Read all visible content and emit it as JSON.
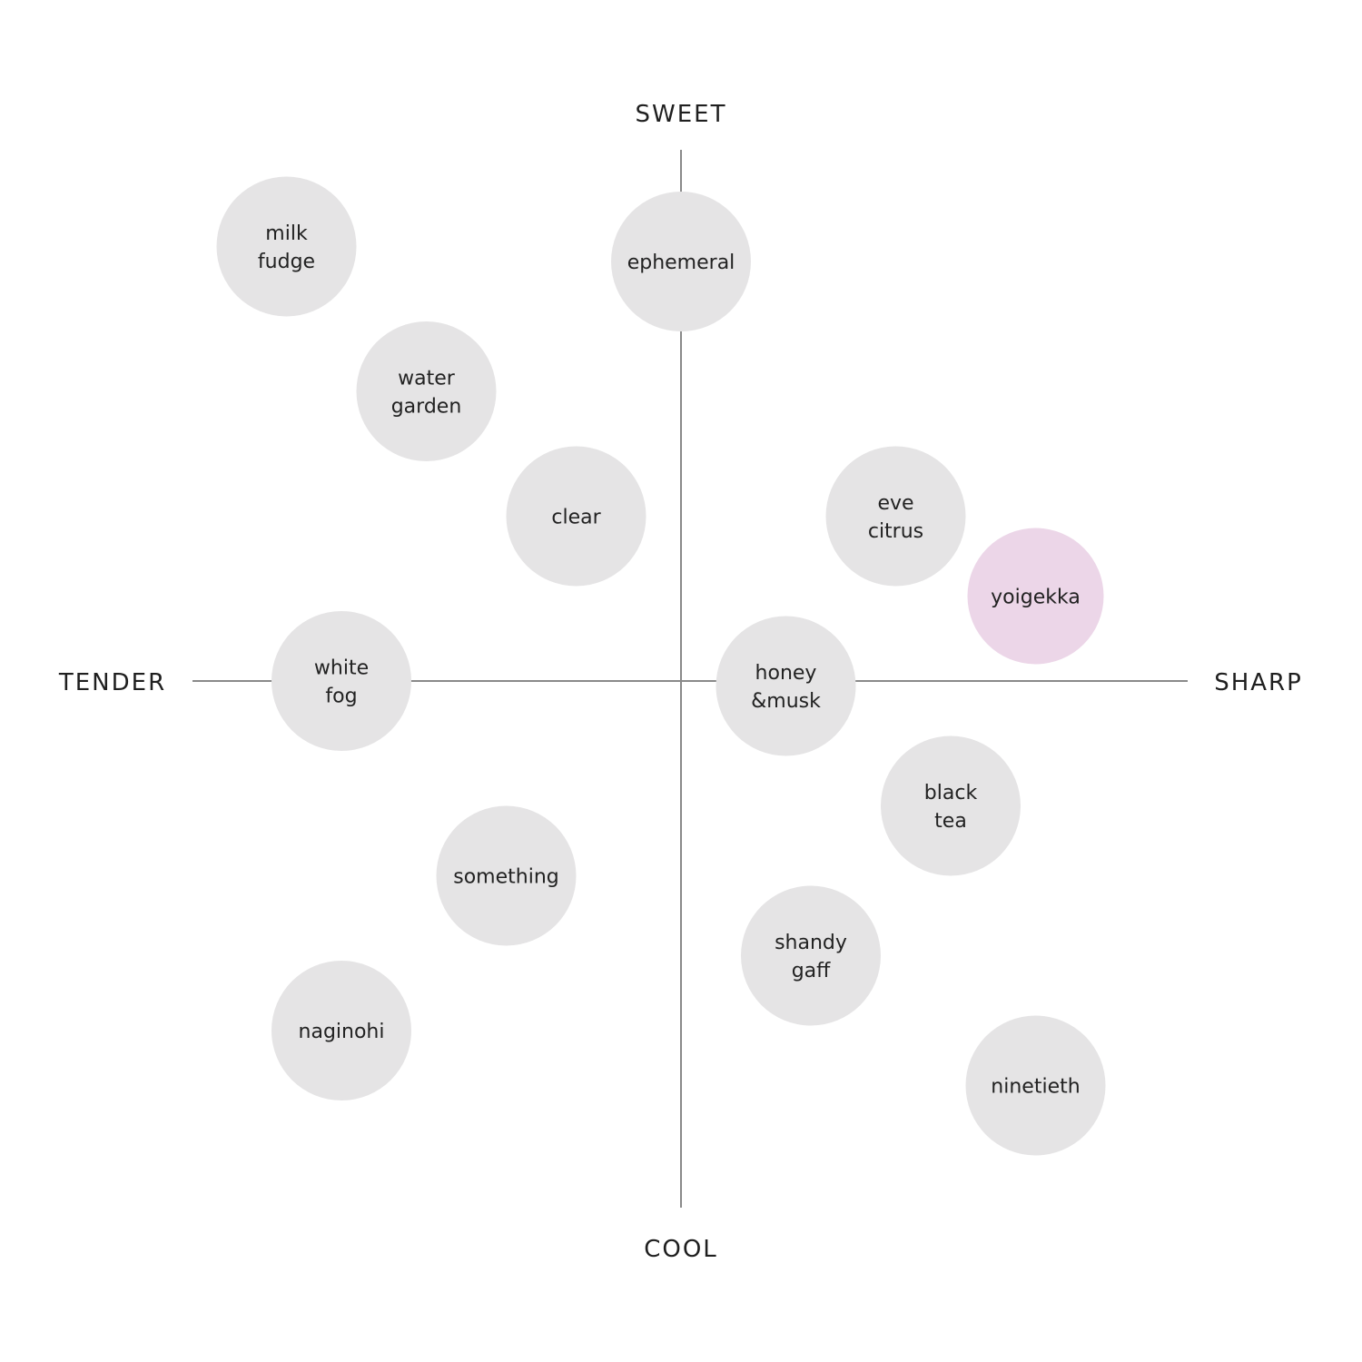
{
  "axes": {
    "top_label": "SWEET",
    "bottom_label": "COOL",
    "left_label": "TENDER",
    "right_label": "SHARP"
  },
  "colors": {
    "axis": "#8a8a8a",
    "bubble": "#e5e4e5",
    "highlight": "#ecd6e8",
    "text": "#222222"
  },
  "chart_data": {
    "type": "scatter",
    "xlabel_left": "TENDER",
    "xlabel_right": "SHARP",
    "ylabel_top": "SWEET",
    "ylabel_bottom": "COOL",
    "xlim": [
      -1,
      1
    ],
    "ylim": [
      -1,
      1
    ],
    "grid": false,
    "points": [
      {
        "label": "milk fudge",
        "lines": [
          "milk",
          "fudge"
        ],
        "x": -0.79,
        "y": 0.87,
        "highlight": false
      },
      {
        "label": "ephemeral",
        "lines": [
          "ephemeral"
        ],
        "x": 0.0,
        "y": 0.84,
        "highlight": false
      },
      {
        "label": "water garden",
        "lines": [
          "water",
          "garden"
        ],
        "x": -0.51,
        "y": 0.58,
        "highlight": false
      },
      {
        "label": "clear",
        "lines": [
          "clear"
        ],
        "x": -0.21,
        "y": 0.33,
        "highlight": false
      },
      {
        "label": "eve citrus",
        "lines": [
          "eve",
          "citrus"
        ],
        "x": 0.43,
        "y": 0.33,
        "highlight": false
      },
      {
        "label": "yoigekka",
        "lines": [
          "yoigekka"
        ],
        "x": 0.71,
        "y": 0.17,
        "highlight": true
      },
      {
        "label": "white fog",
        "lines": [
          "white",
          "fog"
        ],
        "x": -0.68,
        "y": 0.0,
        "highlight": false
      },
      {
        "label": "honey &musk",
        "lines": [
          "honey",
          "&musk"
        ],
        "x": 0.21,
        "y": -0.01,
        "highlight": false
      },
      {
        "label": "black tea",
        "lines": [
          "black",
          "tea"
        ],
        "x": 0.54,
        "y": -0.25,
        "highlight": false
      },
      {
        "label": "something",
        "lines": [
          "something"
        ],
        "x": -0.35,
        "y": -0.39,
        "highlight": false
      },
      {
        "label": "shandy gaff",
        "lines": [
          "shandy",
          "gaff"
        ],
        "x": 0.26,
        "y": -0.55,
        "highlight": false
      },
      {
        "label": "naginohi",
        "lines": [
          "naginohi"
        ],
        "x": -0.68,
        "y": -0.7,
        "highlight": false
      },
      {
        "label": "ninetieth",
        "lines": [
          "ninetieth"
        ],
        "x": 0.71,
        "y": -0.81,
        "highlight": false
      }
    ]
  }
}
